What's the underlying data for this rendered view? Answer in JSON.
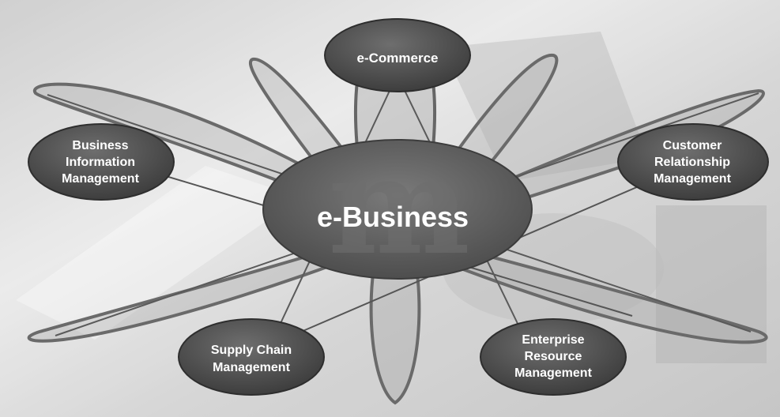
{
  "diagram": {
    "hub": {
      "label": "e-Business",
      "watermark": "m"
    },
    "nodes": [
      {
        "id": "ecommerce",
        "lines": [
          "e-Commerce"
        ]
      },
      {
        "id": "bim",
        "lines": [
          "Business",
          "Information",
          "Management"
        ]
      },
      {
        "id": "crm",
        "lines": [
          "Customer",
          "Relationship",
          "Management"
        ]
      },
      {
        "id": "scm",
        "lines": [
          "Supply Chain",
          "Management"
        ]
      },
      {
        "id": "erp",
        "lines": [
          "Enterprise",
          "Resource",
          "Management"
        ]
      }
    ],
    "colors": {
      "node_fill": "#4a4a4a",
      "node_fill_light": "#6a6a6a",
      "hub_fill": "#595959",
      "orbit": "#8a8a8a",
      "background": "#d9d9d9",
      "text": "#ffffff"
    }
  }
}
